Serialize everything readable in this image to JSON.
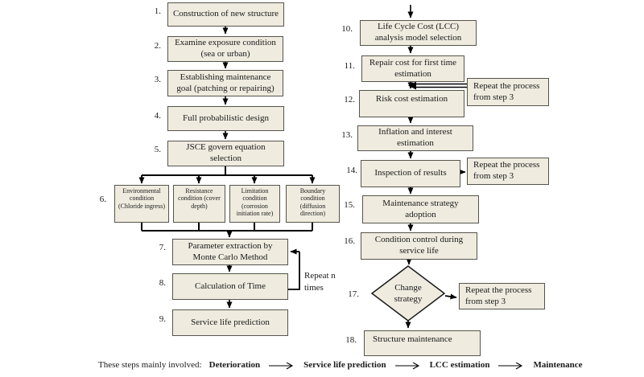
{
  "diagram": {
    "colors": {
      "box_fill": "#efebdf",
      "box_border": "#55544c",
      "line": "#000000",
      "background": "#ffffff"
    },
    "steps": {
      "s1": {
        "num": "1.",
        "label": "Construction of new structure"
      },
      "s2": {
        "num": "2.",
        "label": "Examine exposure condition (sea or urban)"
      },
      "s3": {
        "num": "3.",
        "label": "Establishing maintenance goal (patching or repairing)"
      },
      "s4": {
        "num": "4.",
        "label": "Full probabilistic design"
      },
      "s5": {
        "num": "5.",
        "label": "JSCE govern equation selection"
      },
      "s6": {
        "num": "6."
      },
      "s6a": {
        "label": "Environmental condition (Chloride ingress)"
      },
      "s6b": {
        "label": "Resistance condition (cover depth)"
      },
      "s6c": {
        "label": "Limitation condition (corrosion initiation rate)"
      },
      "s6d": {
        "label": "Boundary condition (diffusion direction)"
      },
      "s7": {
        "num": "7.",
        "label": "Parameter extraction by Monte Carlo Method"
      },
      "s8": {
        "num": "8.",
        "label": "Calculation of Time"
      },
      "s9": {
        "num": "9.",
        "label": "Service life prediction"
      },
      "s10": {
        "num": "10.",
        "label": "Life Cycle Cost (LCC) analysis model selection"
      },
      "s11": {
        "num": "11.",
        "label": "Repair cost for first time estimation"
      },
      "s12": {
        "num": "12.",
        "label": "Risk cost estimation"
      },
      "s13": {
        "num": "13.",
        "label": "Inflation and interest estimation"
      },
      "s14": {
        "num": "14.",
        "label": "Inspection of results"
      },
      "s15": {
        "num": "15.",
        "label": "Maintenance strategy adoption"
      },
      "s16": {
        "num": "16.",
        "label": "Condition control during service life"
      },
      "s17": {
        "num": "17.",
        "label": "Change strategy"
      },
      "s18": {
        "num": "18.",
        "label": "Structure maintenance"
      }
    },
    "annotations": {
      "repeat_n_times": "Repeat n times",
      "repeat_process_1": "Repeat the process from step 3",
      "repeat_process_2": "Repeat the process from step 3",
      "repeat_process_3": "Repeat the process from step 3"
    },
    "legend": {
      "intro": "These steps mainly involved:",
      "items": {
        "i1": "Deterioration",
        "i2": "Service life prediction",
        "i3": "LCC estimation",
        "i4": "Maintenance"
      }
    }
  }
}
